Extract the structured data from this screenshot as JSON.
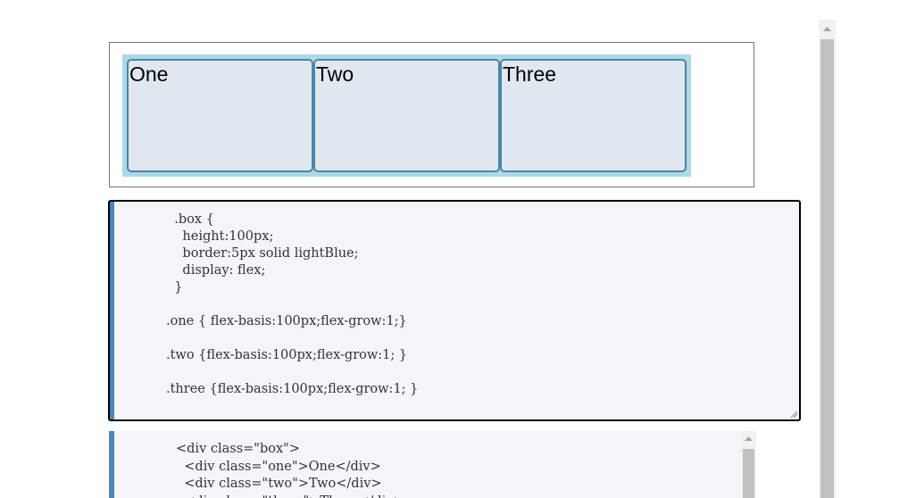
{
  "demo": {
    "items": [
      {
        "label": "One"
      },
      {
        "label": "Two"
      },
      {
        "label": "Three"
      }
    ]
  },
  "css_editor": {
    "code": "  .box {\n    height:100px;\n    border:5px solid lightBlue;\n    display: flex;\n  }\n\n.one { flex-basis:100px;flex-grow:1;}\n\n.two {flex-basis:100px;flex-grow:1; }\n\n.three {flex-basis:100px;flex-grow:1; }"
  },
  "html_block": {
    "code": "<div class=\"box\">\n  <div class=\"one\">One</div>\n  <div class=\"two\">Two</div>\n  <div class=\"three\">Three</div>"
  },
  "colors": {
    "box_border": "#add8e6",
    "item_bg": "#e0e7ee",
    "item_border": "#4a86a8",
    "accent": "#4f84b4",
    "code_bg": "#f2f5f9"
  },
  "icons": {
    "page_scroll_up": "scroll-up-arrow-icon",
    "inner_scroll_up": "scroll-up-arrow-icon",
    "resize_grip": "resize-grip-icon"
  }
}
